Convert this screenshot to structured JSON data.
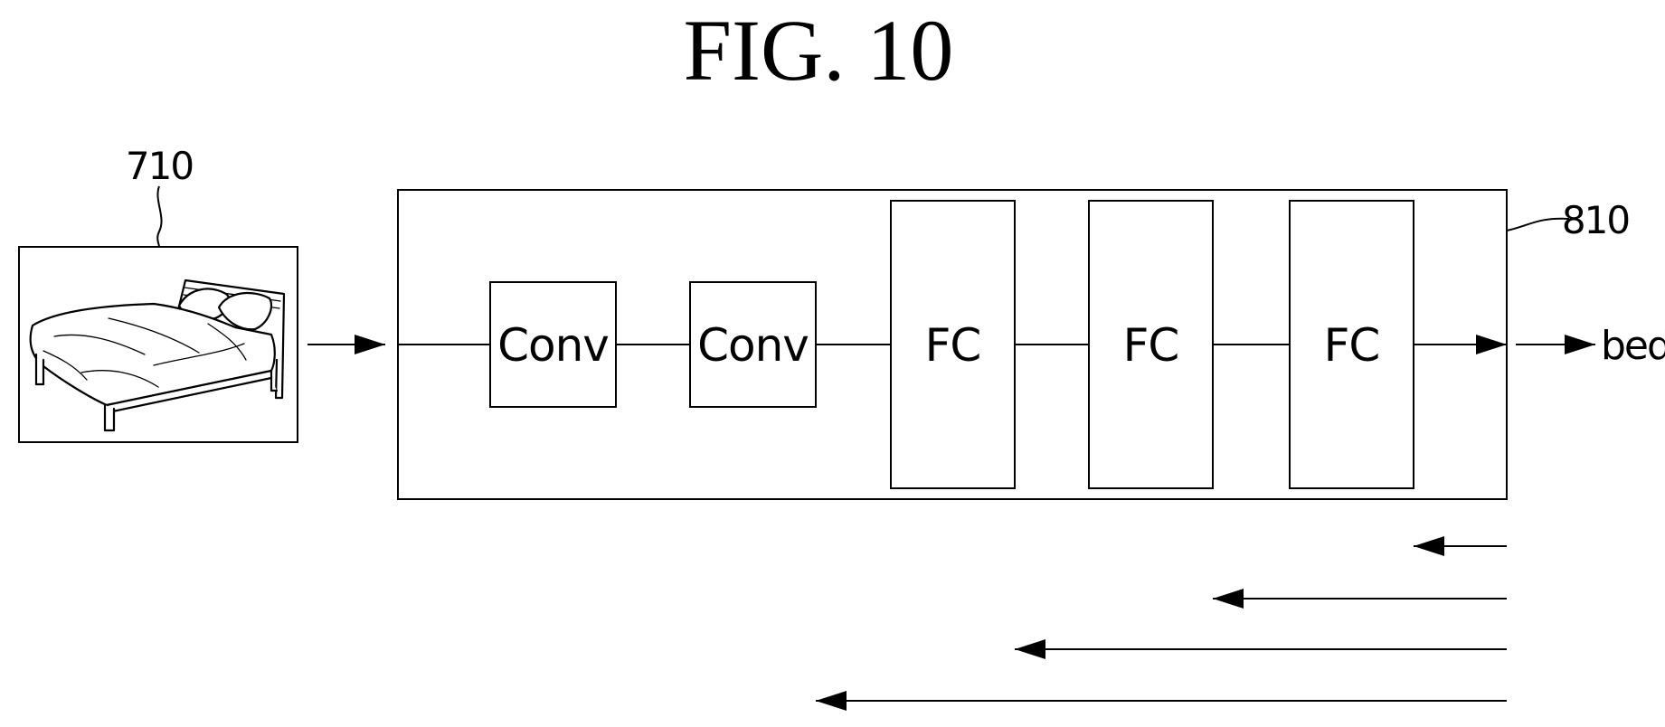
{
  "figure": {
    "title": "FIG. 10"
  },
  "input_image": {
    "ref_label": "710",
    "icon": "bed-icon"
  },
  "network": {
    "ref_label": "810",
    "layers": [
      {
        "label": "Conv"
      },
      {
        "label": "Conv"
      },
      {
        "label": "FC"
      },
      {
        "label": "FC"
      },
      {
        "label": "FC"
      }
    ]
  },
  "output": {
    "label": "bed"
  }
}
